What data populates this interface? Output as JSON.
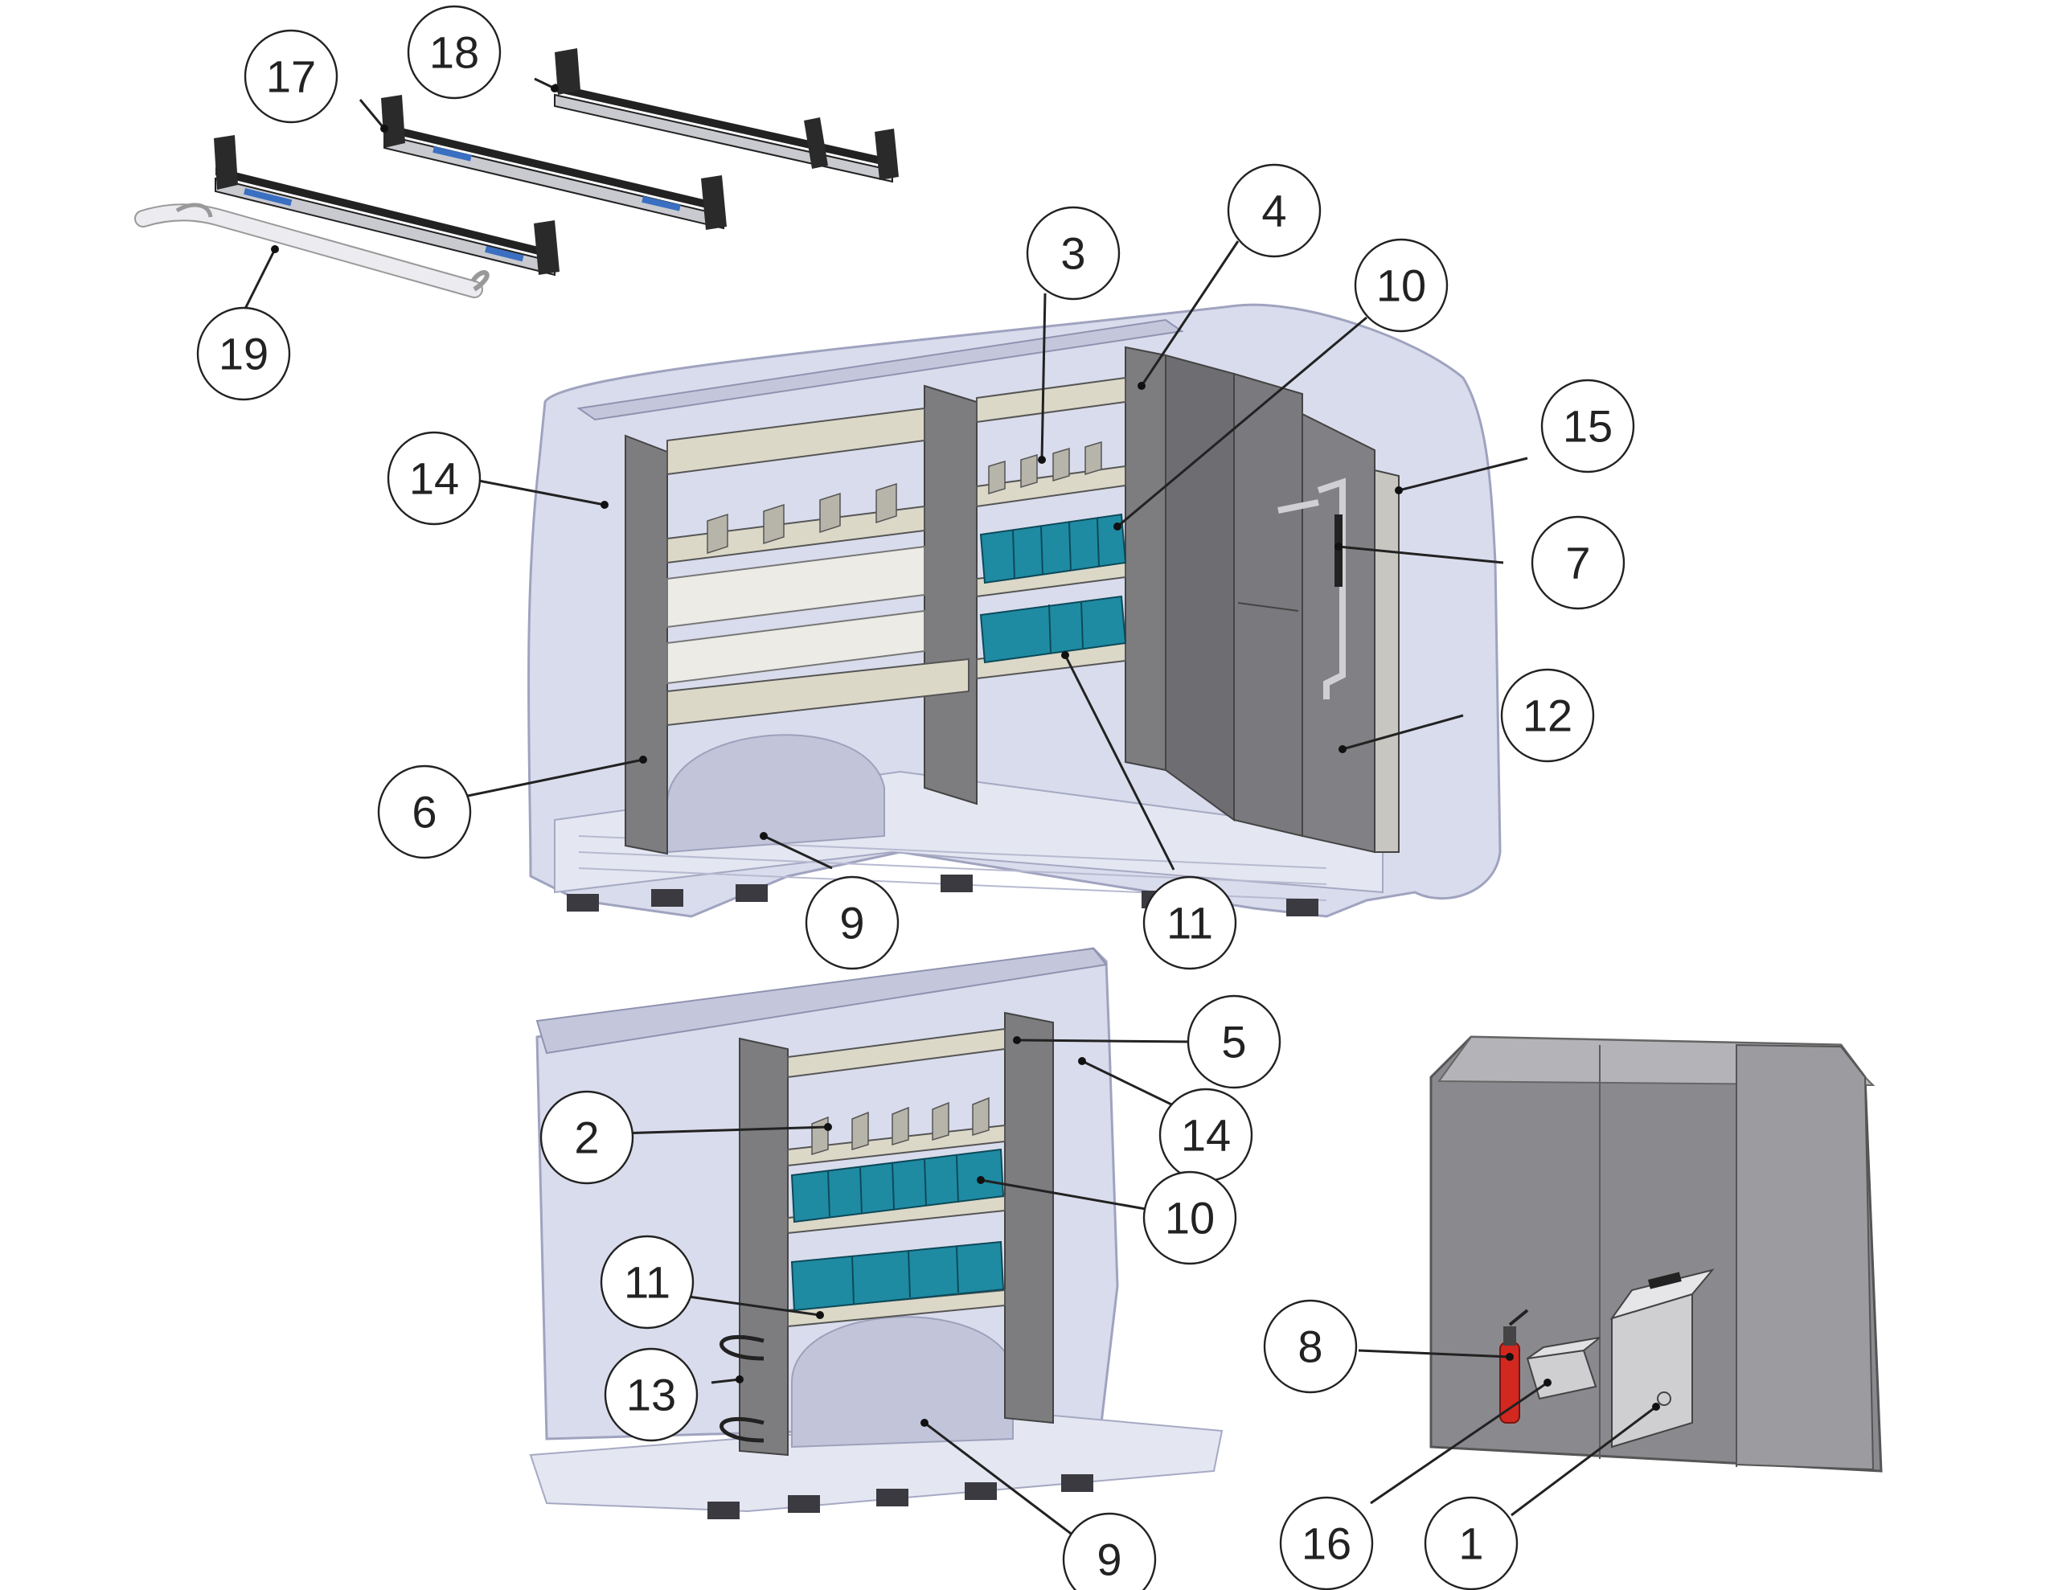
{
  "callouts": {
    "c1": "1",
    "c2": "2",
    "c3": "3",
    "c4": "4",
    "c5": "5",
    "c6": "6",
    "c7": "7",
    "c8": "8",
    "c9a": "9",
    "c9b": "9",
    "c10a": "10",
    "c10b": "10",
    "c11a": "11",
    "c11b": "11",
    "c12": "12",
    "c13": "13",
    "c14a": "14",
    "c14b": "14",
    "c15": "15",
    "c16": "16",
    "c17": "17",
    "c18": "18",
    "c19": "19"
  },
  "colors": {
    "van_body": "#d9dcec",
    "van_shadow": "#b9bdd3",
    "panel_gray": "#7d7d80",
    "panel_dark": "#5f5f63",
    "shelf_beige": "#dcd8c8",
    "bin_teal": "#1e8ba3",
    "bin_dark": "#146a80",
    "rack_black": "#222222",
    "rack_blue": "#3a6fc2",
    "extinguisher_red": "#d2281f",
    "outline": "#222222"
  }
}
